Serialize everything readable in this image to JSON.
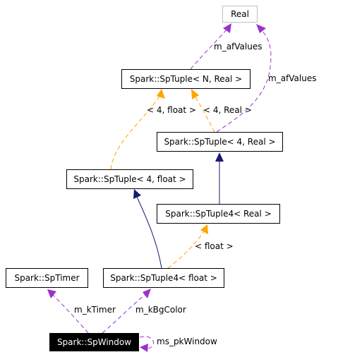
{
  "colors": {
    "inheritance": "#191970",
    "usage": "#9a32cd",
    "template": "#ffa500",
    "node_border": "#000000",
    "external_border": "#bfbfbf",
    "focus_fill": "#000000",
    "focus_text": "#ffffff"
  },
  "nodes": {
    "real": "Real",
    "sptuple_n_real": "Spark::SpTuple< N, Real >",
    "sptuple_4_real": "Spark::SpTuple< 4, Real >",
    "sptuple_4_float": "Spark::SpTuple< 4, float >",
    "sptuple4_real": "Spark::SpTuple4< Real >",
    "sptimer": "Spark::SpTimer",
    "sptuple4_float": "Spark::SpTuple4< float >",
    "spwindow": "Spark::SpWindow"
  },
  "edge_labels": {
    "m_afvalues_1": "m_afValues",
    "m_afvalues_2": "m_afValues",
    "tpl_4_float": "< 4, float >",
    "tpl_4_real": "< 4, Real >",
    "tpl_float": "< float >",
    "m_ktimer": "m_kTimer",
    "m_kbgcolor": "m_kBgColor",
    "ms_pkwindow": "ms_pkWindow"
  }
}
